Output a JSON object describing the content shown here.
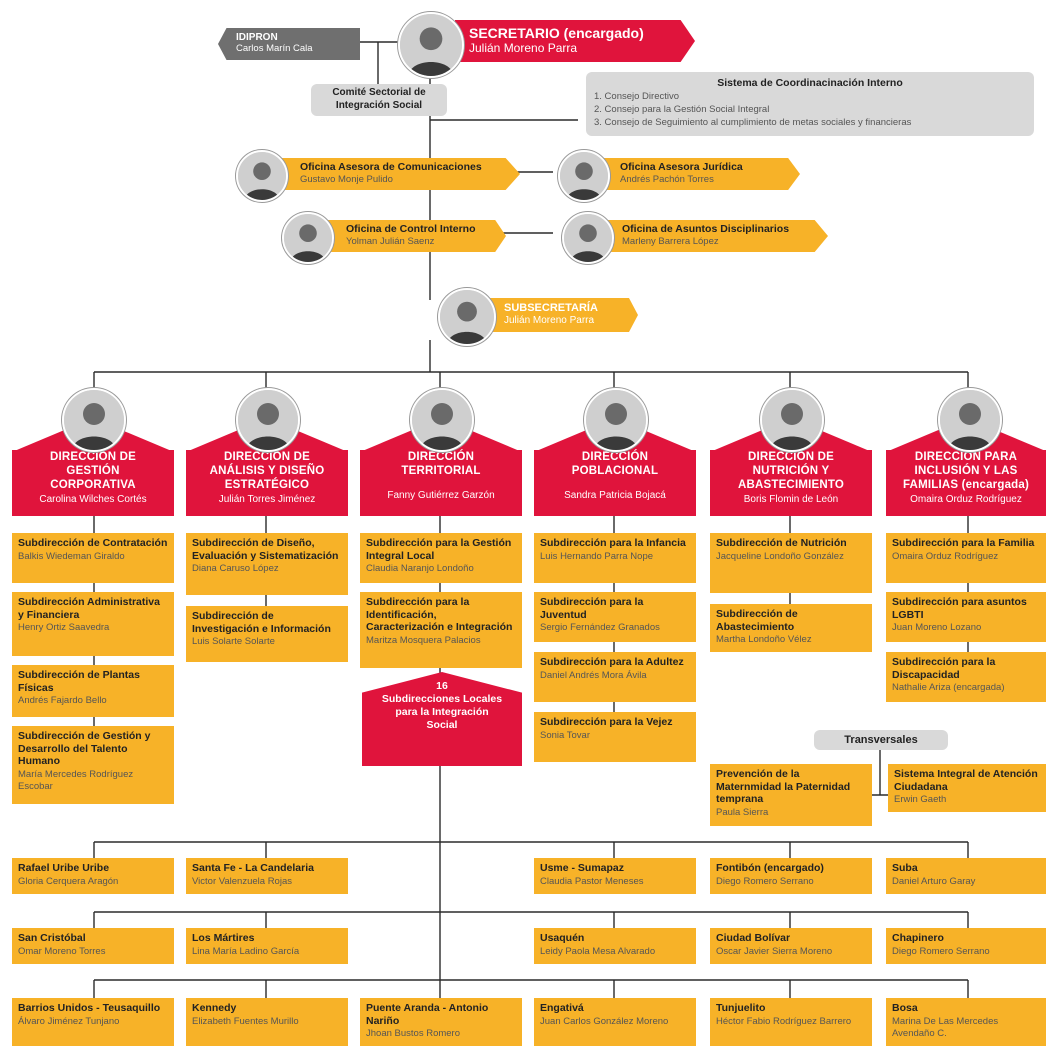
{
  "top": {
    "idipron": {
      "title": "IDIPRON",
      "name": "Carlos Marín Cala"
    },
    "secretario": {
      "title": "SECRETARIO (encargado)",
      "name": "Julián Moreno Parra"
    },
    "comite": {
      "line1": "Comité Sectorial de",
      "line2": "Integración Social"
    },
    "sistema": {
      "title": "Sistema de Coordinacinación Interno",
      "items": [
        "1. Consejo Directivo",
        "2. Consejo para la Gestión Social Integral",
        "3. Consejo de Seguimiento al cumplimiento de metas sociales y financieras"
      ]
    }
  },
  "oficinas": [
    {
      "title": "Oficina Asesora de Comunicaciones",
      "name": "Gustavo Monje Pulido"
    },
    {
      "title": "Oficina Asesora Jurídica",
      "name": "Andrés Pachón Torres"
    },
    {
      "title": "Oficina de Control Interno",
      "name": "Yolman Julián Saenz"
    },
    {
      "title": "Oficina de Asuntos Disciplinarios",
      "name": "Marleny Barrera López"
    }
  ],
  "subsecretaria": {
    "title": "SUBSECRETARÍA",
    "name": "Julián Moreno Parra"
  },
  "direcciones": [
    {
      "title_lines": [
        "DIRECCIÓN DE",
        "GESTIÓN",
        "CORPORATIVA"
      ],
      "name": "Carolina Wilches Cortés",
      "subs": [
        {
          "title": "Subdirección de Contratación",
          "name": "Balkis Wiedeman Giraldo"
        },
        {
          "title": "Subdirección Administrativa y Financiera",
          "name": "Henry Ortiz Saavedra"
        },
        {
          "title": "Subdirección de Plantas Físicas",
          "name": "Andrés Fajardo Bello"
        },
        {
          "title": "Subdirección de Gestión y Desarrollo del Talento Humano",
          "name": "María Mercedes Rodríguez Escobar"
        }
      ]
    },
    {
      "title_lines": [
        "DIRECCIÓN DE",
        "ANÁLISIS Y DISEÑO",
        "ESTRATÉGICO"
      ],
      "name": "Julián Torres Jiménez",
      "subs": [
        {
          "title": "Subdirección de Diseño, Evaluación y Sistematización",
          "name": "Diana Caruso López"
        },
        {
          "title": "Subdirección de Investigación e Información",
          "name": "Luis Solarte Solarte"
        }
      ]
    },
    {
      "title_lines": [
        "DIRECCIÓN",
        "TERRITORIAL"
      ],
      "name": "Fanny Gutiérrez Garzón",
      "subs": [
        {
          "title": "Subdirección para la Gestión Integral Local",
          "name": "Claudia Naranjo Londoño"
        },
        {
          "title": "Subdirección para la Identificación, Caracterización e Integración",
          "name": "Maritza Mosquera Palacios"
        }
      ]
    },
    {
      "title_lines": [
        "DIRECCIÓN",
        "POBLACIONAL"
      ],
      "name": "Sandra Patricia Bojacá",
      "subs": [
        {
          "title": "Subdirección para la Infancia",
          "name": "Luis Hernando Parra Nope"
        },
        {
          "title": "Subdirección para la Juventud",
          "name": "Sergio Fernández Granados"
        },
        {
          "title": "Subdirección para la Adultez",
          "name": "Daniel Andrés Mora Ávila"
        },
        {
          "title": "Subdirección para la Vejez",
          "name": "Sonia Tovar"
        }
      ]
    },
    {
      "title_lines": [
        "DIRECCIÓN DE",
        "NUTRICIÓN Y",
        "ABASTECIMIENTO"
      ],
      "name": "Boris Flomin de León",
      "subs": [
        {
          "title": "Subdirección de Nutrición",
          "name": "Jacqueline Londoño González"
        },
        {
          "title": "Subdirección de Abastecimiento",
          "name": "Martha Londoño Vélez"
        }
      ]
    },
    {
      "title_lines": [
        "DIRECCIÓN PARA",
        "INCLUSIÓN Y LAS",
        "FAMILIAS (encargada)"
      ],
      "name": "Omaira Orduz Rodríguez",
      "subs": [
        {
          "title": "Subdirección para la Familia",
          "name": "Omaira Orduz Rodríguez"
        },
        {
          "title": "Subdirección para asuntos LGBTI",
          "name": "Juan Moreno Lozano"
        },
        {
          "title": "Subdirección para la Discapacidad",
          "name": "Nathalie Ariza (encargada)"
        }
      ]
    }
  ],
  "subdirecciones_locales": {
    "line1": "16",
    "line2": "Subdirecciones Locales",
    "line3": "para la Integración",
    "line4": "Social"
  },
  "transversales": {
    "label": "Transversales",
    "items": [
      {
        "title": "Prevención de la Maternmidad la Paternidad temprana",
        "name": "Paula Sierra"
      },
      {
        "title": "Sistema Integral de Atención Ciudadana",
        "name": "Erwin Gaeth"
      }
    ]
  },
  "localidades": [
    {
      "title": "Rafael Uribe Uribe",
      "name": "Gloria Cerquera Aragón"
    },
    {
      "title": "Santa Fe - La Candelaria",
      "name": "Victor Valenzuela Rojas"
    },
    {
      "title": "Usme - Sumapaz",
      "name": "Claudia Pastor Meneses"
    },
    {
      "title": "Fontibón (encargado)",
      "name": "Diego Romero Serrano"
    },
    {
      "title": "Suba",
      "name": "Daniel Arturo Garay"
    },
    {
      "title": "San Cristóbal",
      "name": "Omar Moreno Torres"
    },
    {
      "title": "Los Mártires",
      "name": "Lina María Ladino García"
    },
    {
      "title": "Usaquén",
      "name": "Leidy Paola Mesa Alvarado"
    },
    {
      "title": "Ciudad Bolívar",
      "name": "Oscar Javier Sierra Moreno"
    },
    {
      "title": "Chapinero",
      "name": "Diego Romero Serrano"
    },
    {
      "title": "Barrios Unidos - Teusaquillo",
      "name": "Álvaro Jiménez Tunjano"
    },
    {
      "title": "Kennedy",
      "name": "Elizabeth Fuentes Murillo"
    },
    {
      "title": "Puente Aranda - Antonio Nariño",
      "name": "Jhoan Bustos Romero"
    },
    {
      "title": "Engativá",
      "name": "Juan Carlos González Moreno"
    },
    {
      "title": "Tunjuelito",
      "name": "Héctor Fabio Rodríguez Barrero"
    },
    {
      "title": "Bosa",
      "name": "Marina De Las Mercedes Avendaño C."
    }
  ]
}
